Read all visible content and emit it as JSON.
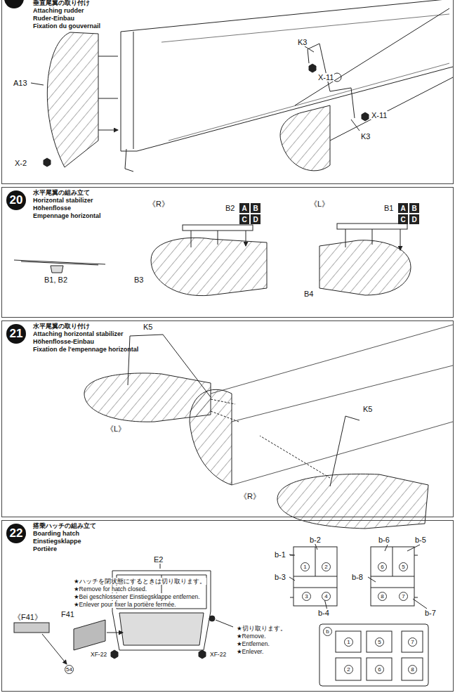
{
  "diagram": {
    "nodes": [
      {
        "text": [
          "垂直尾翼の取り付け",
          "Attaching rudder",
          "Ruder-Einbau",
          "Fixation du gouvernail"
        ]
      },
      {
        "text": [
          "水平尾翼の組み立て",
          "Horizontal stabilizer",
          "Höhenflosse",
          "Empennage horizontal"
        ]
      },
      {
        "text": [
          "20"
        ],
        "in": 1
      },
      {
        "text": [
          "A"
        ],
        "in": 1
      },
      {
        "text": [
          "B"
        ],
        "in": 1
      },
      {
        "text": [
          "C"
        ],
        "in": 1
      },
      {
        "text": [
          "D"
        ],
        "in": 1
      },
      {
        "text": [
          "A"
        ],
        "in": 1
      },
      {
        "text": [
          "B"
        ],
        "in": 1
      },
      {
        "text": [
          "C"
        ],
        "in": 1
      },
      {
        "text": [
          "D"
        ],
        "in": 1
      },
      {
        "text": [
          "水平尾翼の取り付け",
          "Attaching horizontal stabilizer",
          "Höhenflosse-Einbau",
          "Fixation de l'empennage horizontal"
        ]
      },
      {
        "text": [
          "21"
        ],
        "in": 11
      },
      {
        "text": [
          "搭乗ハッチの組み立て",
          "Boarding hatch",
          "Einstiegsklappe",
          "Portière"
        ]
      },
      {
        "text": [
          "22"
        ],
        "in": 13
      }
    ],
    "labels": [
      "A13",
      "X-2",
      "K3",
      "X-11",
      "X-11",
      "K3",
      "B1, B2",
      "《R》",
      "B2",
      "B3",
      "《L》",
      "B1",
      "B4",
      "K5",
      "《L》",
      "K5",
      "《R》",
      "E2",
      "★ハッチを閉状態にするときは切り取ります。",
      "★Remove for hatch closed.",
      "★Bei geschlossener Einstiegsklappe entfernen.",
      "★Enlever pour fixer la portière fermée.",
      "★切り取ります。",
      "★Remove.",
      "★Entfernen.",
      "★Enlever.",
      "《F41》",
      "F41",
      "XF-22",
      "XF-22",
      "54",
      "b-1",
      "b-2",
      "b-3",
      "b-4",
      "b-6",
      "b-5",
      "b-8",
      "b-7",
      "1",
      "2",
      "3",
      "4",
      "6",
      "5",
      "8",
      "7",
      "b",
      "1",
      "5",
      "7",
      "2",
      "6",
      "8"
    ]
  }
}
